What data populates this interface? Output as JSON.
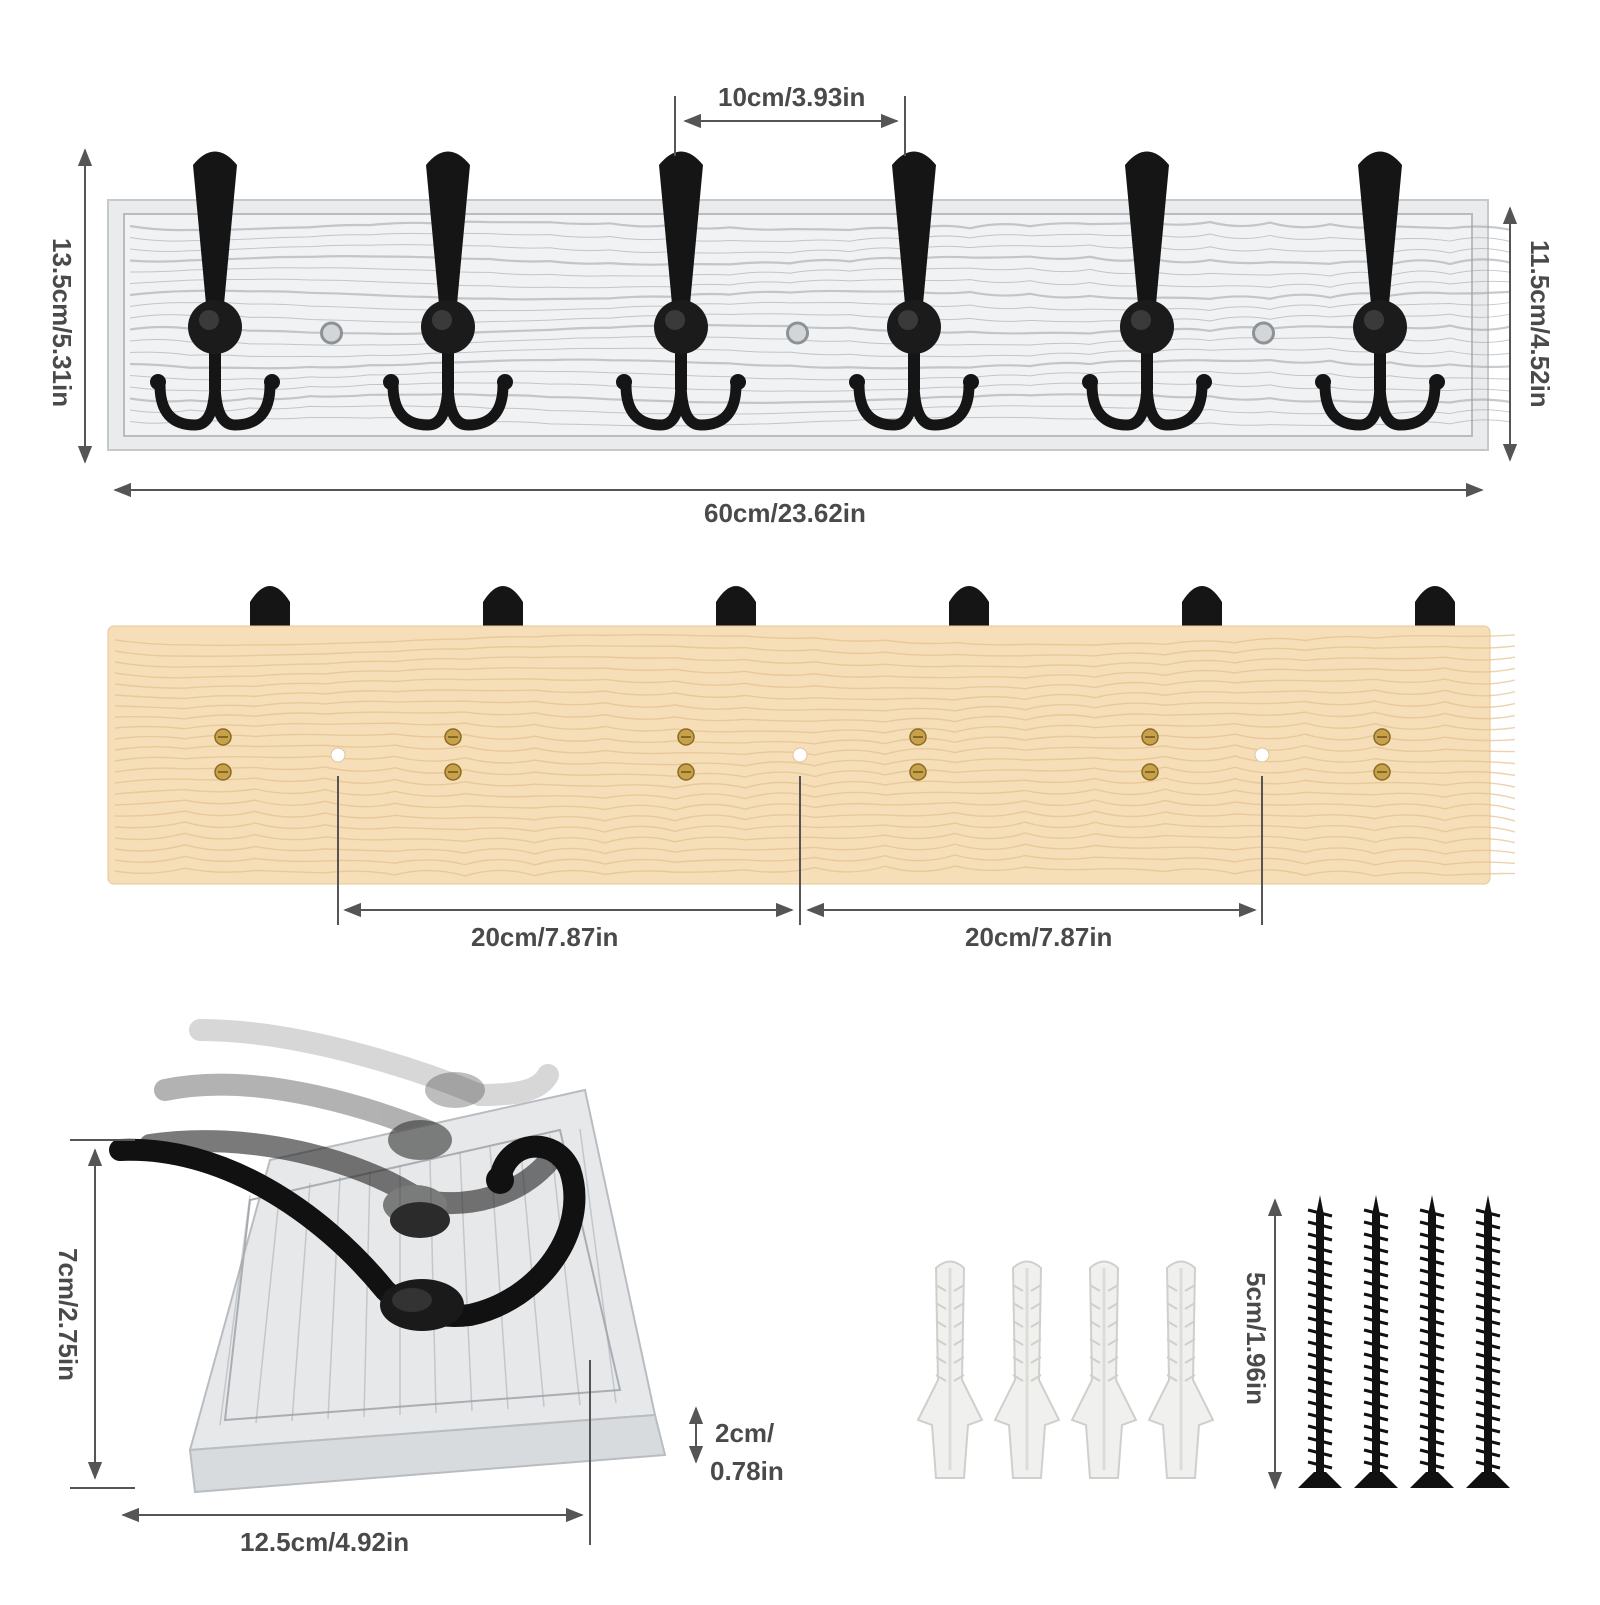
{
  "dimensions": {
    "hook_spacing": "10cm/3.93in",
    "total_height": "13.5cm/5.31in",
    "board_height": "11.5cm/4.52in",
    "total_length": "60cm/23.62in",
    "hole_spacing_left": "20cm/7.87in",
    "hole_spacing_right": "20cm/7.87in",
    "hook_height": "7cm/2.75in",
    "hook_depth": "12.5cm/4.92in",
    "board_thickness_line1": "2cm/",
    "board_thickness_line2": "0.78in",
    "screw_length": "5cm/1.96in"
  },
  "colors": {
    "label_text": "#4a4a4a",
    "dimension_line": "#555555",
    "white_wood": "#eceeef",
    "wood_grain": "#9aa0a6",
    "natural_wood": "#f6deb8",
    "hook_black": "#151515",
    "screw_brass": "#c8a24a",
    "anchor_plastic": "#f0f0ee"
  },
  "counts": {
    "hooks": 6,
    "anchors": 4,
    "screws": 4
  }
}
